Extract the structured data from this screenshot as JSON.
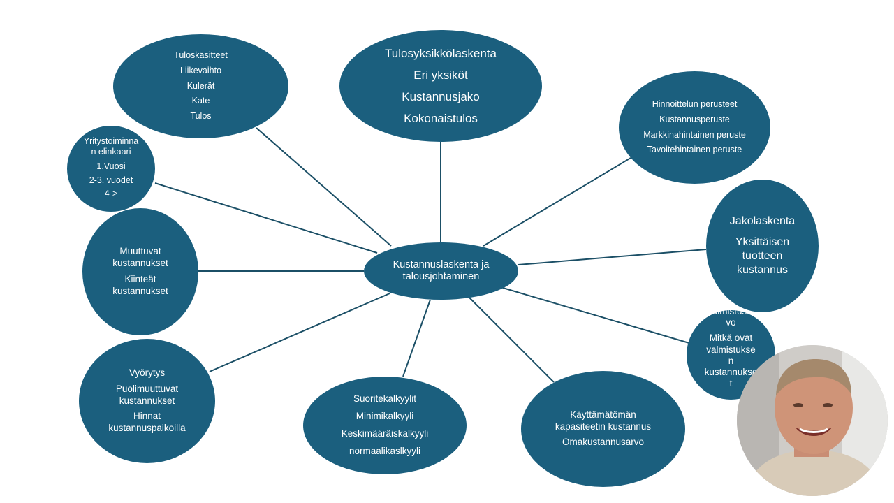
{
  "nodes": {
    "center": [
      "Kustannuslaskenta ja",
      "talousjohtaminen"
    ],
    "top": [
      "Tulosyksikkölaskenta",
      "Eri yksiköt",
      "Kustannusjako",
      "Kokonaistulos"
    ],
    "top_left": [
      "Tuloskäsitteet",
      "Liikevaihto",
      "Kulerät",
      "Kate",
      "Tulos"
    ],
    "top_right": [
      "Hinnoittelun perusteet",
      "Kustannusperuste",
      "Markkinahintainen peruste",
      "Tavoitehintainen peruste"
    ],
    "left_small": [
      "Yritystoiminna",
      "n elinkaari",
      "1.Vuosi",
      "2-3. vuodet",
      "4->"
    ],
    "left": [
      "Muuttuvat",
      "kustannukset",
      "Kiinteät",
      "kustannukset"
    ],
    "right": [
      "Jakolaskenta",
      "Yksittäisen",
      "tuotteen",
      "kustannus"
    ],
    "bottom_left": [
      "Vyörytys",
      "Puolimuuttuvat",
      "kustannukset",
      "Hinnat",
      "kustannuspaikoilla"
    ],
    "bottom_center": [
      "Suoritekalkyylit",
      "Minimikalkyyli",
      "Keskimääräiskalkyyli",
      "normaalikaslkyyli"
    ],
    "bottom_right": [
      "Käyttämätömän",
      "kapasiteetin kustannus",
      "Omakustannusarvo"
    ],
    "right_small": [
      "Valmistusar",
      "vo",
      "Mitkä ovat",
      "valmistukse",
      "n",
      "kustannukse",
      "t"
    ]
  },
  "colors": {
    "node_fill": "#1b5f7e",
    "node_text": "#ffffff",
    "connector": "#1b4f66",
    "background": "#ffffff"
  },
  "overlay": {
    "webcam_icon": "presenter-webcam"
  }
}
